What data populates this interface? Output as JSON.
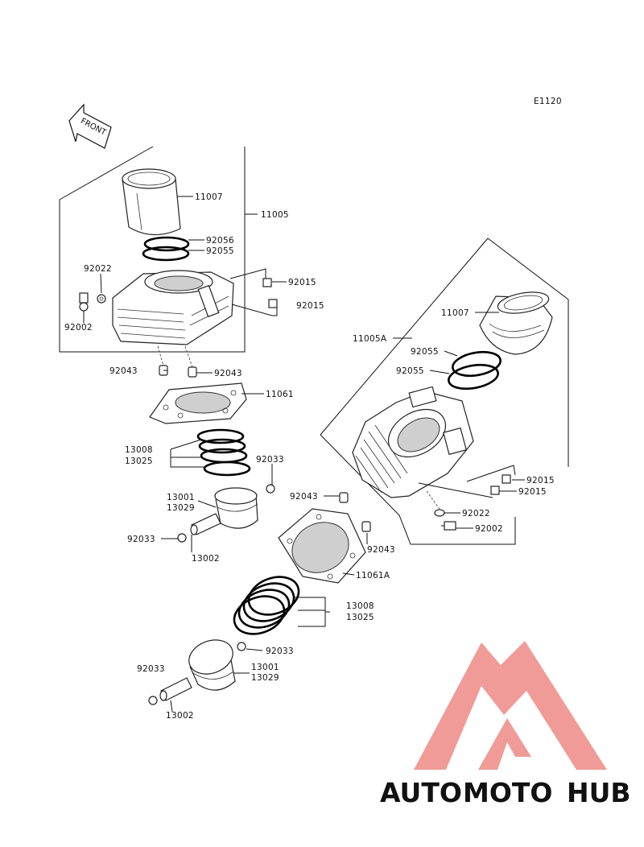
{
  "diagram_code": "E1120",
  "front_arrow_label": "FRONT",
  "brand": {
    "part1": "AUTO",
    "part2": "MOTO",
    "part3": "HUB",
    "color_orange": "#f5b25c",
    "color_red": "#ee8a86",
    "color_gray": "#7a7a7a"
  },
  "labels": {
    "l11007a": "11007",
    "l11005": "11005",
    "l92056": "92056",
    "l92055a": "92055",
    "l92022a": "92022",
    "l92002a": "92002",
    "l92015a": "92015",
    "l92015b": "92015",
    "l92043a": "92043",
    "l92043b": "92043",
    "l11061": "11061",
    "l13008a": "13008",
    "l13025a": "13025",
    "l92033a": "92033",
    "l13001a": "13001",
    "l13029a": "13029",
    "l92033b": "92033",
    "l13002a": "13002",
    "l11007b": "11007",
    "l11005A": "11005A",
    "l92055b": "92055",
    "l92055c": "92055",
    "l92015c": "92015",
    "l92015d": "92015",
    "l92043c": "92043",
    "l92022b": "92022",
    "l92002b": "92002",
    "l92043d": "92043",
    "l11061A": "11061A",
    "l13008b": "13008",
    "l13025b": "13025",
    "l92033c": "92033",
    "l92033d": "92033",
    "l13001b": "13001",
    "l13029b": "13029",
    "l13002b": "13002"
  }
}
